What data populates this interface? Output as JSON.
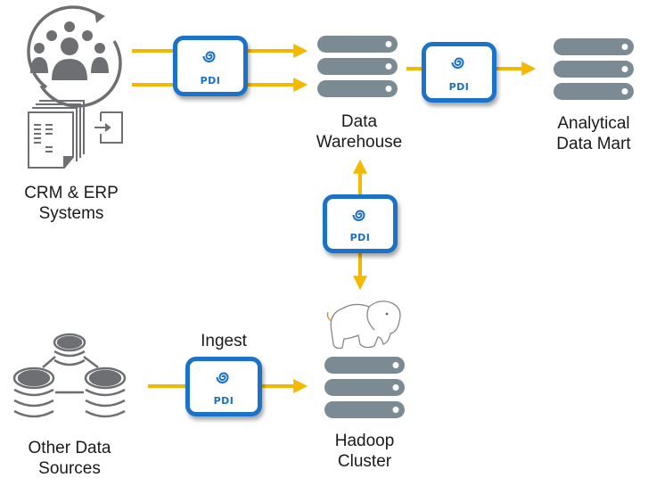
{
  "nodes": {
    "crm_erp": {
      "label_line1": "CRM & ERP",
      "label_line2": "Systems"
    },
    "data_warehouse": {
      "label_line1": "Data",
      "label_line2": "Warehouse"
    },
    "analytical_data_mart": {
      "label_line1": "Analytical",
      "label_line2": "Data Mart"
    },
    "hadoop_cluster": {
      "label_line1": "Hadoop",
      "label_line2": "Cluster"
    },
    "other_sources": {
      "label_line1": "Other Data",
      "label_line2": "Sources"
    }
  },
  "pdi_boxes": [
    {
      "id": "pdi-crm-to-dw",
      "label": "PDI"
    },
    {
      "id": "pdi-dw-to-mart",
      "label": "PDI"
    },
    {
      "id": "pdi-dw-hadoop",
      "label": "PDI"
    },
    {
      "id": "pdi-ingest",
      "label": "PDI",
      "caption": "Ingest"
    }
  ],
  "edges": [
    {
      "from": "crm_erp",
      "to": "data_warehouse",
      "via": "pdi-crm-to-dw",
      "count": 2
    },
    {
      "from": "data_warehouse",
      "to": "analytical_data_mart",
      "via": "pdi-dw-to-mart"
    },
    {
      "from": "hadoop_cluster",
      "to": "data_warehouse",
      "via": "pdi-dw-hadoop",
      "bidirectional": true
    },
    {
      "from": "other_sources",
      "to": "hadoop_cluster",
      "via": "pdi-ingest"
    }
  ],
  "colors": {
    "arrow": "#f5b800",
    "pdi_border": "#1a73c8",
    "server": "#7b8a93",
    "icon_gray": "#6d6f72"
  }
}
